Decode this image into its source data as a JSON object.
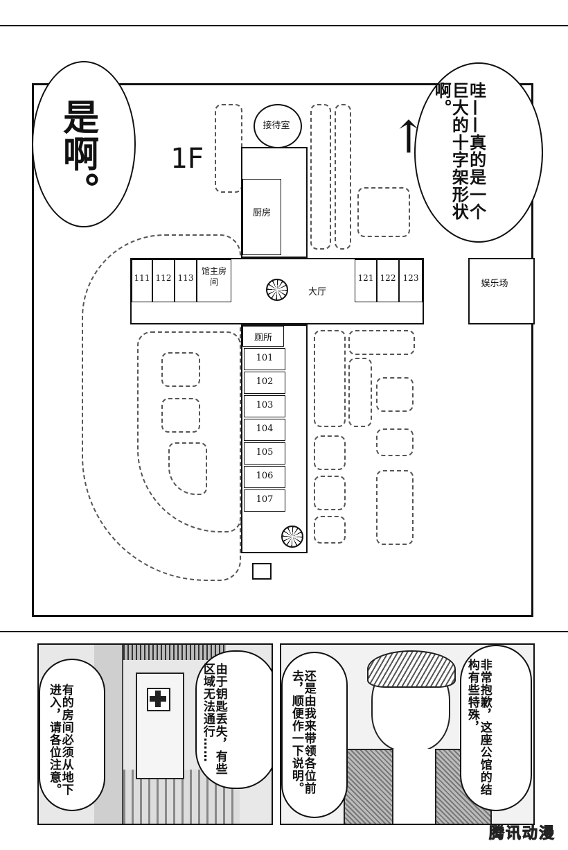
{
  "map": {
    "floor_label": "1F",
    "rooms": {
      "reception": "接待室",
      "kitchen": "厨房",
      "hall": "大厅",
      "owner_room": "馆主房间",
      "entertainment": "娱乐场",
      "toilet": "厕所",
      "r111": "111",
      "r112": "112",
      "r113": "113",
      "r121": "121",
      "r122": "122",
      "r123": "123",
      "r101": "101",
      "r102": "102",
      "r103": "103",
      "r104": "104",
      "r105": "105",
      "r106": "106",
      "r107": "107"
    },
    "compass": "↑"
  },
  "bubbles": {
    "left_top": "是啊。",
    "right_top": "哇——真的是一个巨大的十字架形状啊。",
    "bottom_left_a": "有的房间必须从地下进入，请各位注意。",
    "bottom_left_b": "由于钥匙丢失，有些区域无法通行……",
    "bottom_right_a": "还是由我来带领各位前去，顺便作一下说明。",
    "bottom_right_b": "非常抱歉，这座公馆的结构有些特殊，"
  },
  "watermark": "腾讯动漫"
}
